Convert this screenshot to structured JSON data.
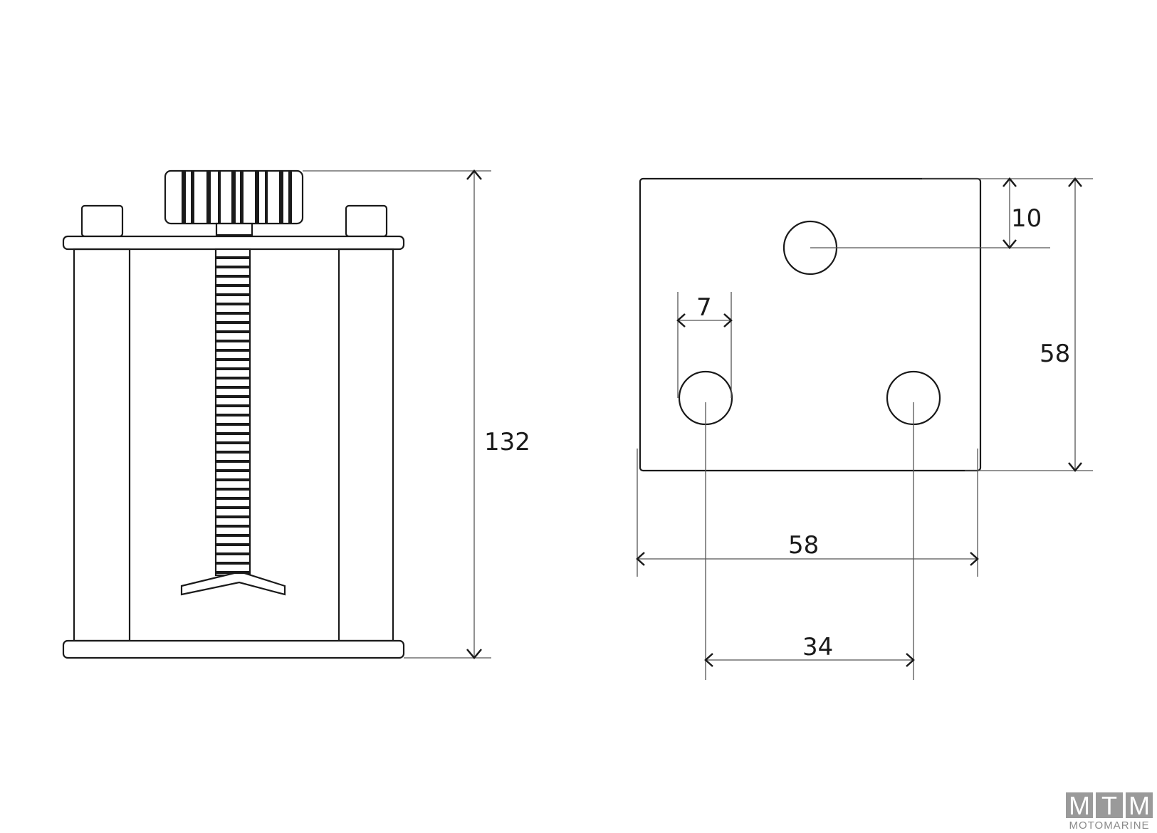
{
  "dimensions": {
    "clamp_height": "132",
    "plate_hole_offset": "10",
    "plate_height": "58",
    "hole_diameter": "7",
    "plate_width": "58",
    "hole_spacing": "34"
  },
  "logo": {
    "letters": [
      "M",
      "T",
      "M"
    ],
    "subtitle": "MOTOMARINE"
  },
  "colors": {
    "line": "#1a1a1a",
    "dim_line": "#555555",
    "logo_box": "#9a9a9a"
  }
}
